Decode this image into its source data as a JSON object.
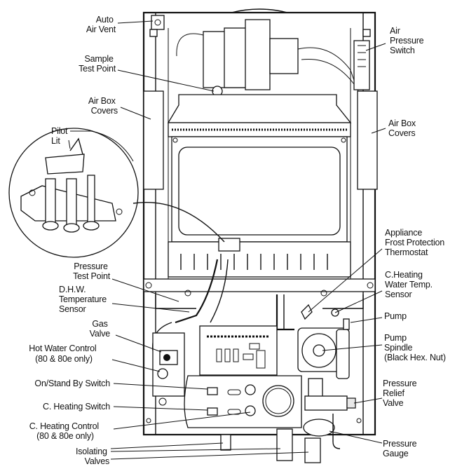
{
  "title": "Boiler component layout",
  "labels": {
    "auto_air_vent": [
      "Auto",
      "Air Vent"
    ],
    "sample_test_point": [
      "Sample",
      "Test Point"
    ],
    "air_box_covers_left": [
      "Air Box",
      "Covers"
    ],
    "pilot_lit": [
      "Pilot",
      "Lit"
    ],
    "pressure_test_point": [
      "Pressure",
      "Test Point"
    ],
    "dhw_temperature_sensor": [
      "D.H.W.",
      "Temperature",
      "Sensor"
    ],
    "gas_valve": [
      "Gas",
      "Valve"
    ],
    "hot_water_control": [
      "Hot Water Control",
      "(80 & 80e only)"
    ],
    "on_standby_switch": [
      "On/Stand By Switch"
    ],
    "c_heating_switch": [
      "C. Heating Switch"
    ],
    "c_heating_control": [
      "C. Heating Control",
      "(80 & 80e only)"
    ],
    "isolating_valves": [
      "Isolating",
      "Valves"
    ],
    "air_pressure_switch": [
      "Air",
      "Pressure",
      "Switch"
    ],
    "air_box_covers_right": [
      "Air Box",
      "Covers"
    ],
    "appliance_frost_protection_thermostat": [
      "Appliance",
      "Frost Protection",
      "Thermostat"
    ],
    "c_heating_water_temp_sensor": [
      "C.Heating",
      "Water Temp.",
      "Sensor"
    ],
    "pump": [
      "Pump"
    ],
    "pump_spindle": [
      "Pump",
      "Spindle",
      "(Black Hex. Nut)"
    ],
    "pressure_relief_valve": [
      "Pressure",
      "Relief",
      "Valve"
    ],
    "pressure_gauge": [
      "Pressure",
      "Gauge"
    ]
  }
}
